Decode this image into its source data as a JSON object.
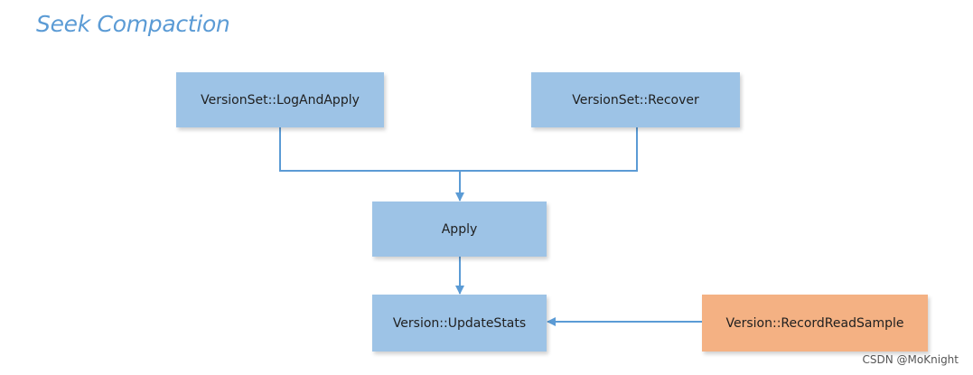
{
  "title": "Seek Compaction",
  "colors": {
    "title": "#5b9bd5",
    "node_blue": "#9dc3e6",
    "node_orange": "#f4b183",
    "edge": "#5b9bd5"
  },
  "nodes": {
    "log_and_apply": "VersionSet::LogAndApply",
    "recover": "VersionSet::Recover",
    "apply": "Apply",
    "update_stats": "Version::UpdateStats",
    "record_read_sample": "Version::RecordReadSample"
  },
  "edges": [
    {
      "from": "log_and_apply",
      "to": "apply"
    },
    {
      "from": "recover",
      "to": "apply"
    },
    {
      "from": "apply",
      "to": "update_stats"
    },
    {
      "from": "record_read_sample",
      "to": "update_stats"
    }
  ],
  "watermark": "CSDN @MoKnight"
}
